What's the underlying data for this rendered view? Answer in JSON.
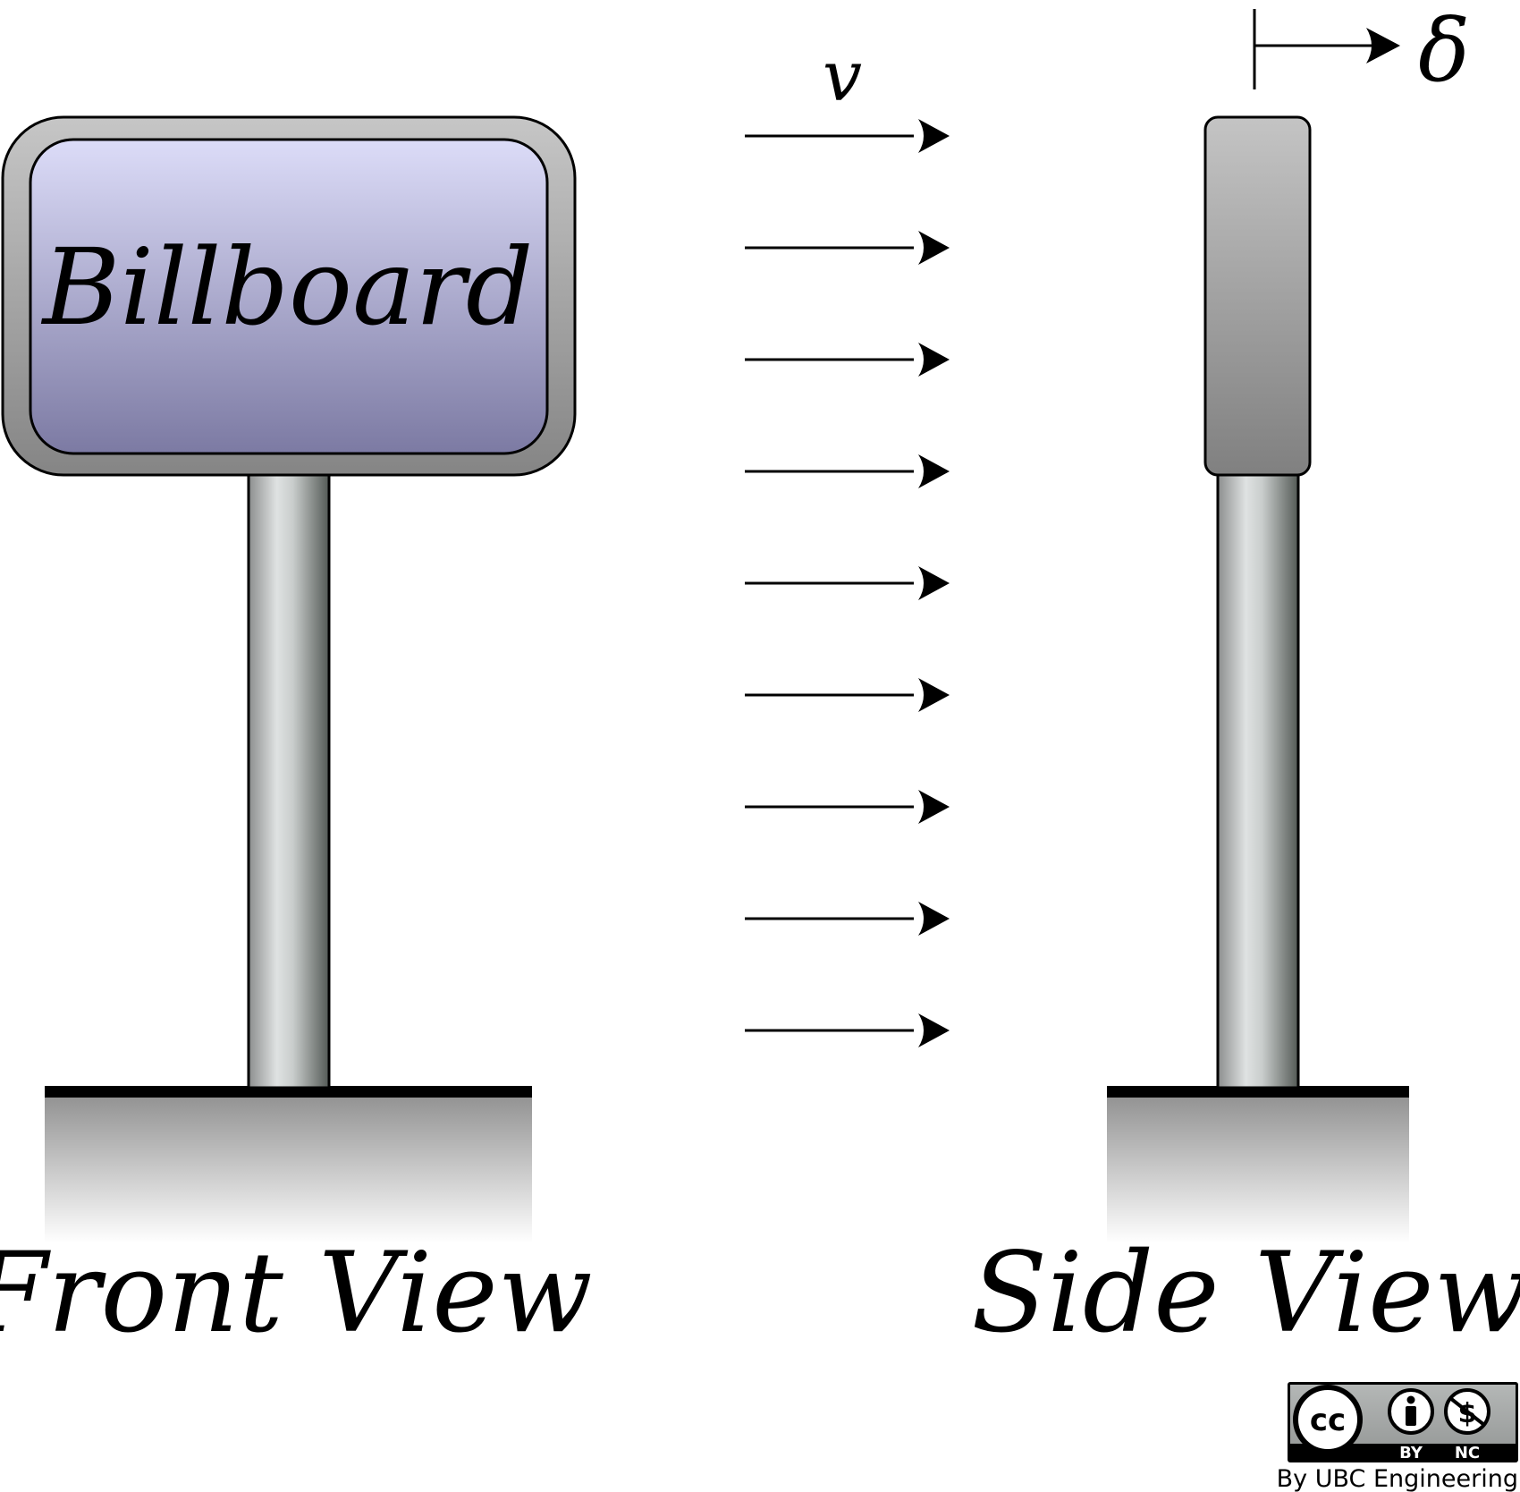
{
  "billboard_text": "Billboard",
  "velocity_label": "v",
  "deflection_label": "δ",
  "front_view_label": "Front View",
  "side_view_label": "Side View",
  "license": {
    "cc": "cc",
    "by": "BY",
    "nc": "NC",
    "credit": "By UBC Engineering"
  },
  "wind_arrow_count": 9,
  "colors": {
    "panel_light": "#dcdcf8",
    "panel_dark": "#7c7aa3",
    "frame_light": "#c6c6c6",
    "frame_dark": "#858585",
    "pole_light": "#dfe2e2",
    "pole_dark": "#545a56",
    "stroke": "#000000"
  }
}
